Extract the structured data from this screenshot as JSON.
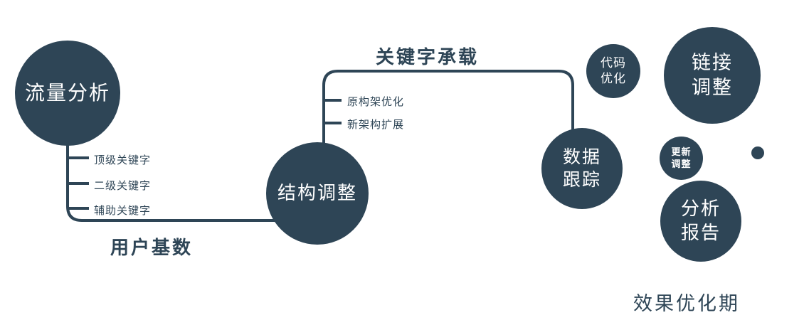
{
  "colors": {
    "primary": "#2e4556",
    "background": "#ffffff",
    "node_text": "#ffffff"
  },
  "nodes": {
    "traffic_analysis": {
      "label": "流量分析"
    },
    "structure_adjust": {
      "label": "结构调整"
    },
    "data_tracking": {
      "label": "数据\n跟踪"
    },
    "code_optimize": {
      "label": "代码\n优化"
    },
    "link_adjust": {
      "label": "链接\n调整"
    },
    "update_adjust": {
      "label": "更新\n调整"
    },
    "analysis_report": {
      "label": "分析\n报告"
    }
  },
  "edge_labels": {
    "user_base": "用户基数",
    "keyword_carry": "关键字承载"
  },
  "branches": {
    "traffic": [
      "顶级关键字",
      "二级关键字",
      "辅助关键字"
    ],
    "structure": [
      "原构架优化",
      "新架构扩展"
    ]
  },
  "footer": {
    "label": "效果优化期"
  }
}
